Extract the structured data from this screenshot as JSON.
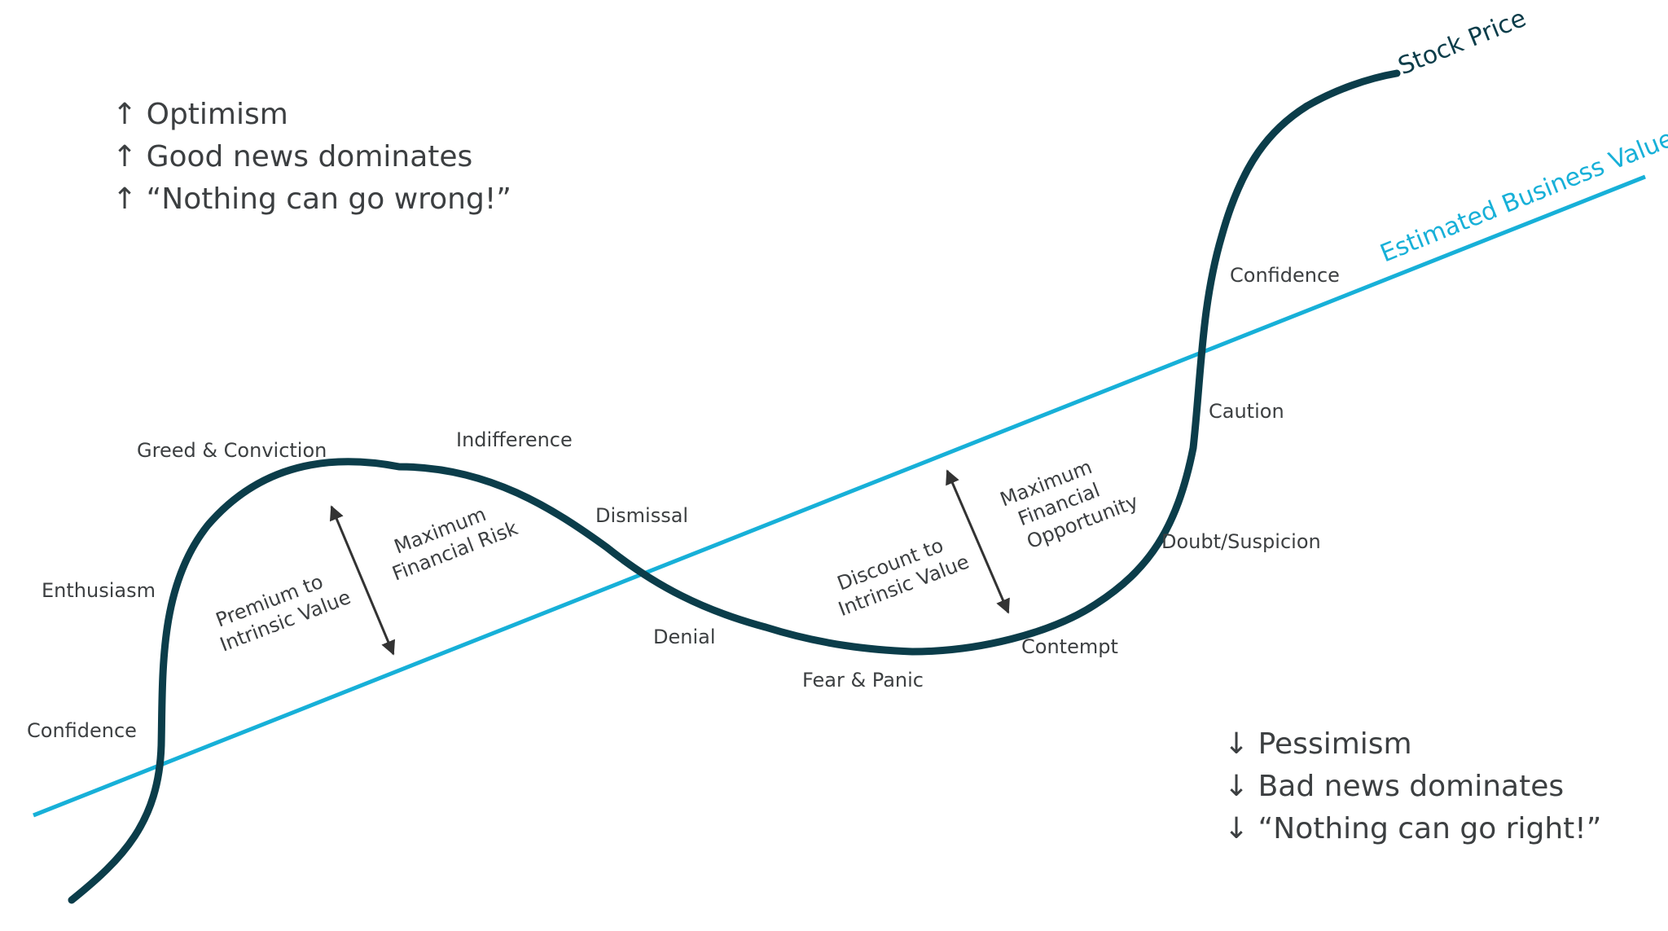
{
  "series": {
    "stock_price": {
      "name": "Stock Price",
      "color": "#0b3d4a"
    },
    "business_value": {
      "name": "Estimated Business Value",
      "color": "#17b0d8"
    }
  },
  "moods": {
    "top": [
      "↑ Optimism",
      "↑ Good news dominates",
      "↑ “Nothing can go wrong!”"
    ],
    "bottom": [
      "↓ Pessimism",
      "↓ Bad news dominates",
      "↓ “Nothing can go right!”"
    ]
  },
  "stages": {
    "confidence_low": "Confidence",
    "enthusiasm": "Enthusiasm",
    "greed_conviction": "Greed & Conviction",
    "indifference": "Indifference",
    "dismissal": "Dismissal",
    "denial": "Denial",
    "fear_panic": "Fear & Panic",
    "contempt": "Contempt",
    "doubt_suspicion": "Doubt/Suspicion",
    "caution": "Caution",
    "confidence_high": "Confidence"
  },
  "annotations": {
    "premium": [
      "Premium to",
      "Intrinsic Value"
    ],
    "max_risk": [
      "Maximum",
      "Financial Risk"
    ],
    "discount": [
      "Discount to",
      "Intrinsic Value"
    ],
    "max_opportunity": [
      "Maximum",
      "Financial",
      "Opportunity"
    ]
  },
  "arrows": {
    "color": "#333333"
  }
}
